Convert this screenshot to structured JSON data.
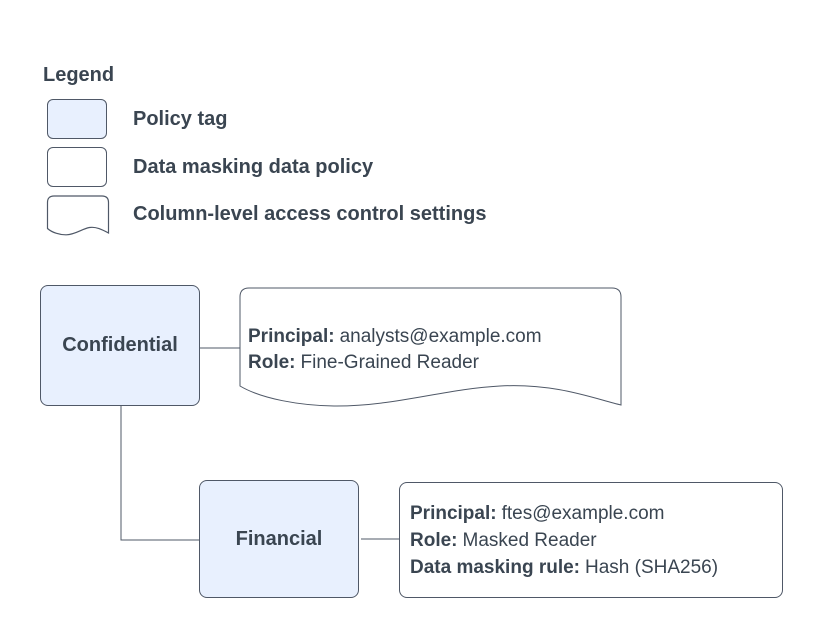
{
  "colors": {
    "node_fill": "#e8f0fe",
    "stroke": "#4f5867",
    "text": "#3a4551",
    "background": "#ffffff"
  },
  "legend": {
    "title": "Legend",
    "items": [
      {
        "swatch": "policy-tag",
        "label": "Policy tag"
      },
      {
        "swatch": "data-masking-data-policy",
        "label": "Data masking data policy"
      },
      {
        "swatch": "column-level-access-control-settings",
        "label": "Column-level access control settings"
      }
    ]
  },
  "diagram": {
    "nodes": [
      {
        "id": "confidential",
        "type": "policy-tag",
        "label": "Confidential"
      },
      {
        "id": "financial",
        "type": "policy-tag",
        "label": "Financial"
      }
    ],
    "notes": [
      {
        "id": "confidential-access-settings",
        "shape": "document",
        "lines": [
          {
            "label": "Principal:",
            "value": "analysts@example.com"
          },
          {
            "label": "Role:",
            "value": "Fine-Grained Reader"
          }
        ]
      },
      {
        "id": "financial-data-policy",
        "shape": "rounded-rect",
        "lines": [
          {
            "label": "Principal:",
            "value": "ftes@example.com"
          },
          {
            "label": "Role:",
            "value": "Masked Reader"
          },
          {
            "label": "Data masking rule:",
            "value": "Hash (SHA256)"
          }
        ]
      }
    ],
    "edges": [
      {
        "from": "confidential",
        "to": "confidential-access-settings"
      },
      {
        "from": "confidential",
        "to": "financial"
      },
      {
        "from": "financial",
        "to": "financial-data-policy"
      }
    ]
  }
}
